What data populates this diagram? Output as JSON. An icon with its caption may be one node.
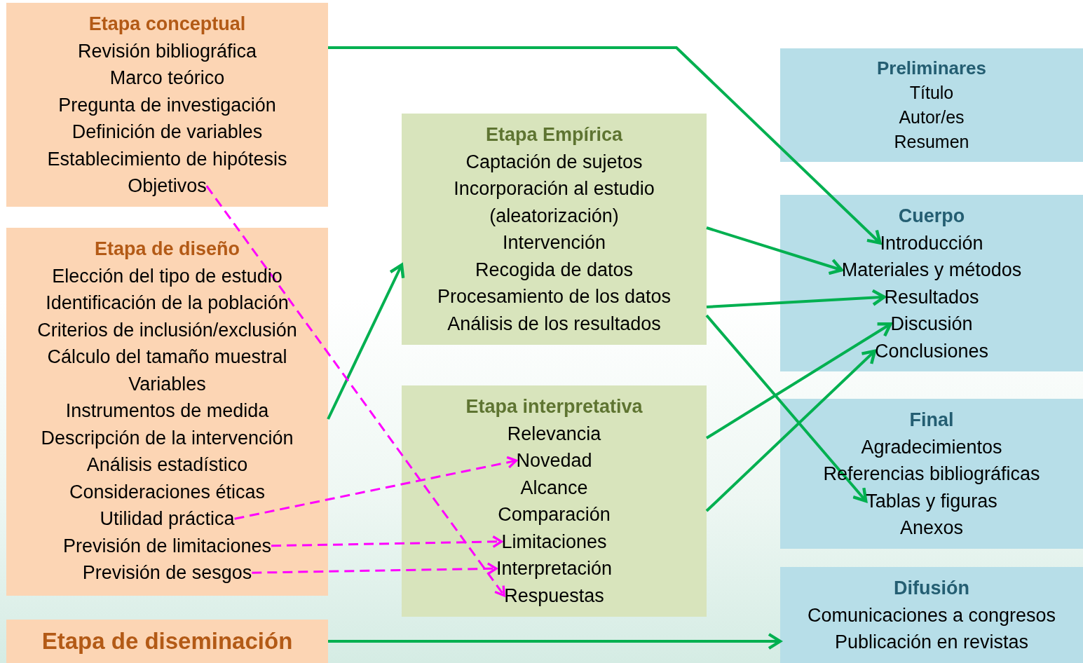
{
  "diagram": {
    "nodes": [
      {
        "text": [
          "Etapa conceptual"
        ]
      },
      {
        "text": [
          "Revisión bibliográfica"
        ],
        "in": 0
      },
      {
        "text": [
          "Marco teórico"
        ],
        "in": 0
      },
      {
        "text": [
          "Pregunta de investigación"
        ],
        "in": 0
      },
      {
        "text": [
          "Definición de variables"
        ],
        "in": 0
      },
      {
        "text": [
          "Establecimiento de hipótesis"
        ],
        "in": 0
      },
      {
        "text": [
          "Objetivos"
        ],
        "in": 0
      },
      {
        "text": [
          "Etapa de diseño"
        ]
      },
      {
        "text": [
          "Elección del tipo de estudio"
        ],
        "in": 7
      },
      {
        "text": [
          "Identificación de la población"
        ],
        "in": 7
      },
      {
        "text": [
          "Criterios de inclusión/exclusión"
        ],
        "in": 7
      },
      {
        "text": [
          "Cálculo del tamaño muestral"
        ],
        "in": 7
      },
      {
        "text": [
          "Variables"
        ],
        "in": 7
      },
      {
        "text": [
          "Instrumentos de medida"
        ],
        "in": 7
      },
      {
        "text": [
          "Descripción de la intervención"
        ],
        "in": 7
      },
      {
        "text": [
          "Análisis estadístico"
        ],
        "in": 7
      },
      {
        "text": [
          "Consideraciones éticas"
        ],
        "in": 7
      },
      {
        "text": [
          "Utilidad práctica"
        ],
        "in": 7
      },
      {
        "text": [
          "Previsión de limitaciones"
        ],
        "in": 7
      },
      {
        "text": [
          "Previsión de sesgos"
        ],
        "in": 7
      },
      {
        "text": [
          "Etapa de diseminación"
        ]
      },
      {
        "text": [
          "Etapa Empírica"
        ]
      },
      {
        "text": [
          "Captación de sujetos"
        ],
        "in": 21
      },
      {
        "text": [
          "Incorporación al estudio (aleatorización)"
        ],
        "in": 21
      },
      {
        "text": [
          "Intervención"
        ],
        "in": 21
      },
      {
        "text": [
          "Recogida de datos"
        ],
        "in": 21
      },
      {
        "text": [
          "Procesamiento de los datos"
        ],
        "in": 21
      },
      {
        "text": [
          "Análisis de los resultados"
        ],
        "in": 21
      },
      {
        "text": [
          "Etapa interpretativa"
        ]
      },
      {
        "text": [
          "Relevancia"
        ],
        "in": 28
      },
      {
        "text": [
          "Novedad"
        ],
        "in": 28
      },
      {
        "text": [
          "Alcance"
        ],
        "in": 28
      },
      {
        "text": [
          "Comparación"
        ],
        "in": 28
      },
      {
        "text": [
          "Limitaciones"
        ],
        "in": 28
      },
      {
        "text": [
          "Interpretación"
        ],
        "in": 28
      },
      {
        "text": [
          "Respuestas"
        ],
        "in": 28
      },
      {
        "text": [
          "Preliminares"
        ]
      },
      {
        "text": [
          "Título"
        ],
        "in": 36
      },
      {
        "text": [
          "Autor/es"
        ],
        "in": 36
      },
      {
        "text": [
          "Resumen"
        ],
        "in": 36
      },
      {
        "text": [
          "Cuerpo"
        ]
      },
      {
        "text": [
          "Introducción"
        ],
        "in": 40
      },
      {
        "text": [
          "Materiales y métodos"
        ],
        "in": 40
      },
      {
        "text": [
          "Resultados"
        ],
        "in": 40
      },
      {
        "text": [
          "Discusión"
        ],
        "in": 40
      },
      {
        "text": [
          "Conclusiones"
        ],
        "in": 40
      },
      {
        "text": [
          "Final"
        ]
      },
      {
        "text": [
          "Agradecimientos"
        ],
        "in": 46
      },
      {
        "text": [
          "Referencias bibliográficas"
        ],
        "in": 46
      },
      {
        "text": [
          "Tablas y figuras"
        ],
        "in": 46
      },
      {
        "text": [
          "Anexos"
        ],
        "in": 46
      },
      {
        "text": [
          "Difusión"
        ]
      },
      {
        "text": [
          "Comunicaciones a congresos"
        ],
        "in": 51
      },
      {
        "text": [
          "Publicación en revistas"
        ],
        "in": 51
      }
    ],
    "edges": [
      {
        "from": 0,
        "to": 41,
        "arrow": "to"
      },
      {
        "from": 7,
        "to": 21,
        "arrow": "to"
      },
      {
        "from": 21,
        "to": 42,
        "arrow": "to"
      },
      {
        "from": 21,
        "to": 43,
        "arrow": "to"
      },
      {
        "from": 21,
        "to": 49,
        "arrow": "to"
      },
      {
        "from": 28,
        "to": 44,
        "arrow": "to"
      },
      {
        "from": 28,
        "to": 45,
        "arrow": "to"
      },
      {
        "from": 20,
        "to": 51,
        "arrow": "to"
      },
      {
        "from": 6,
        "to": 35,
        "arrow": "to",
        "style": "dashed",
        "color": "#ff00ff"
      },
      {
        "from": 17,
        "to": 30,
        "arrow": "to",
        "style": "dashed",
        "color": "#ff00ff"
      },
      {
        "from": 18,
        "to": 33,
        "arrow": "to",
        "style": "dashed",
        "color": "#ff00ff"
      },
      {
        "from": 19,
        "to": 34,
        "arrow": "to",
        "style": "dashed",
        "color": "#ff00ff"
      }
    ]
  }
}
